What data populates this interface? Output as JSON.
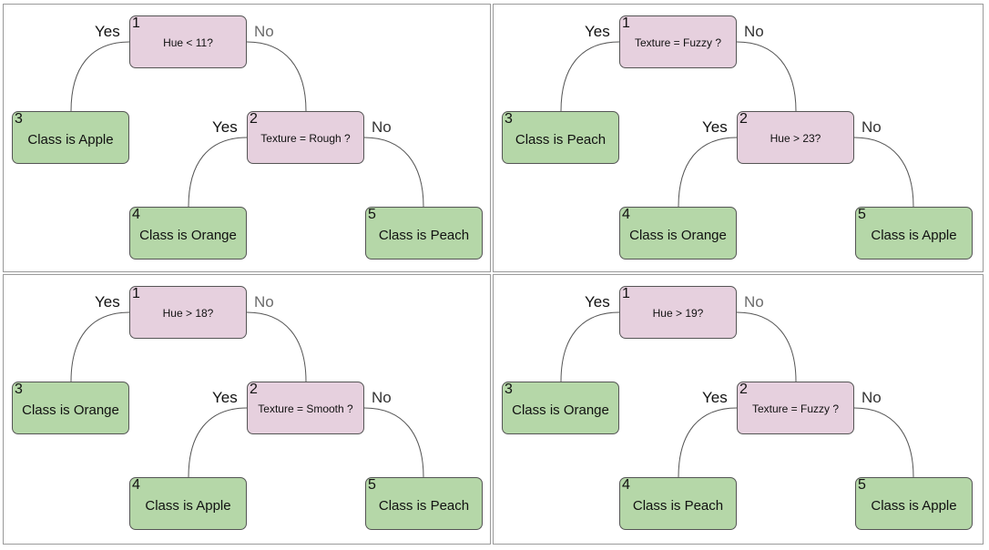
{
  "trees": [
    {
      "nodes": {
        "n1": {
          "num": "1",
          "text": "Hue < 11?"
        },
        "n2": {
          "num": "2",
          "text": "Texture = Rough ?"
        },
        "n3": {
          "num": "3",
          "text": "Class is Apple"
        },
        "n4": {
          "num": "4",
          "text": "Class is Orange"
        },
        "n5": {
          "num": "5",
          "text": "Class is Peach"
        }
      },
      "labels": {
        "yes1": "Yes",
        "no1": "No",
        "yes2": "Yes",
        "no2": "No"
      }
    },
    {
      "nodes": {
        "n1": {
          "num": "1",
          "text": "Texture = Fuzzy ?"
        },
        "n2": {
          "num": "2",
          "text": "Hue > 23?"
        },
        "n3": {
          "num": "3",
          "text": "Class is Peach"
        },
        "n4": {
          "num": "4",
          "text": "Class is Orange"
        },
        "n5": {
          "num": "5",
          "text": "Class is Apple"
        }
      },
      "labels": {
        "yes1": "Yes",
        "no1": "No",
        "yes2": "Yes",
        "no2": "No"
      }
    },
    {
      "nodes": {
        "n1": {
          "num": "1",
          "text": "Hue > 18?"
        },
        "n2": {
          "num": "2",
          "text": "Texture = Smooth ?"
        },
        "n3": {
          "num": "3",
          "text": "Class is Orange"
        },
        "n4": {
          "num": "4",
          "text": "Class is Apple"
        },
        "n5": {
          "num": "5",
          "text": "Class is Peach"
        }
      },
      "labels": {
        "yes1": "Yes",
        "no1": "No",
        "yes2": "Yes",
        "no2": "No"
      }
    },
    {
      "nodes": {
        "n1": {
          "num": "1",
          "text": "Hue > 19?"
        },
        "n2": {
          "num": "2",
          "text": "Texture = Fuzzy ?"
        },
        "n3": {
          "num": "3",
          "text": "Class is Orange"
        },
        "n4": {
          "num": "4",
          "text": "Class is Peach"
        },
        "n5": {
          "num": "5",
          "text": "Class is Apple"
        }
      },
      "labels": {
        "yes1": "Yes",
        "no1": "No",
        "yes2": "Yes",
        "no2": "No"
      }
    }
  ],
  "colors": {
    "decision_fill": "#e6d0de",
    "leaf_fill": "#b5d7a8",
    "border": "#555555"
  }
}
